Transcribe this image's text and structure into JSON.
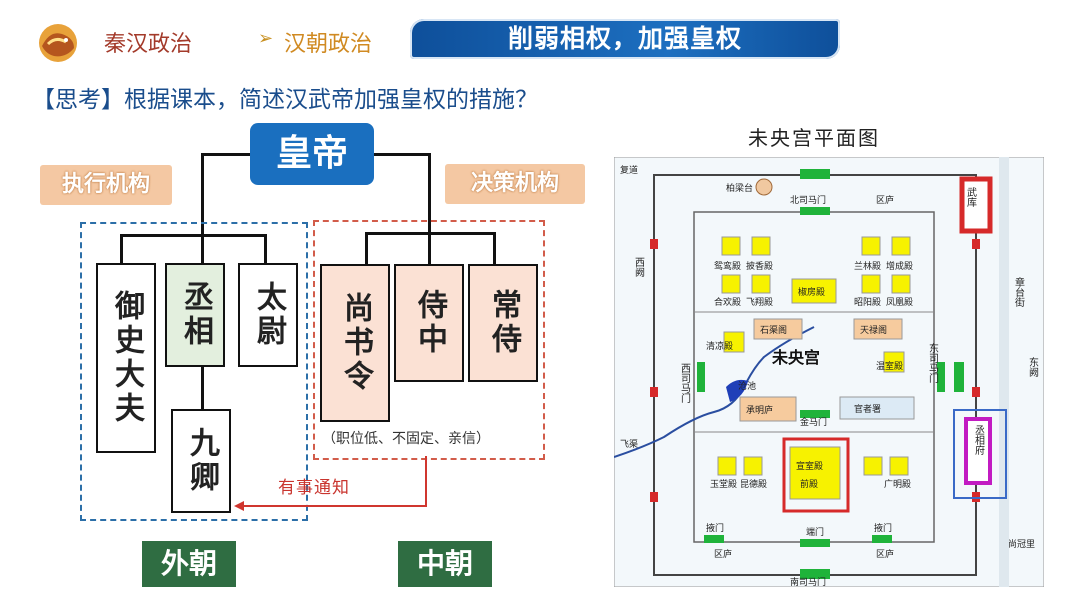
{
  "header": {
    "section": "秦汉政治",
    "arrow": "➢",
    "subsection": "汉朝政治",
    "topic": "削弱相权，加强皇权"
  },
  "question": "【思考】根据课本，简述汉武帝加强皇权的措施？",
  "chart": {
    "emperor": "皇帝",
    "exec_label": "执行机构",
    "decision_label": "决策机构",
    "outer_offices": [
      "御史大夫",
      "丞相",
      "太尉",
      "九卿"
    ],
    "inner_offices": [
      "尚书令",
      "侍中",
      "常侍"
    ],
    "inner_note": "（职位低、不固定、亲信）",
    "notify": "有事通知",
    "outer_court": "外朝",
    "inner_court": "中朝"
  },
  "map": {
    "title": "未央宫平面图",
    "labels": {
      "fudao": "复道",
      "boliangtai": "柏梁台",
      "beisima": "北司马门",
      "qulu": "区庐",
      "wuku": "武库",
      "zhangtai": "章台街",
      "xique": "西阙",
      "dongque": "东阙",
      "dongsima": "东司马门",
      "xisima": "西司马门",
      "weiyang": "未央宫",
      "cangchi": "沧池",
      "chengmingcheng": "承明庐",
      "guanzheshu": "官者署",
      "jinma": "金马门",
      "shiqu": "石渠阁",
      "tianlu": "天禄阁",
      "qingliang": "清凉殿",
      "wenshi": "温室殿",
      "jiaofang": "椒房殿",
      "xuanshi": "宣室殿",
      "qiandian": "前殿",
      "chengxiang": "丞相府",
      "nansima": "南司马门",
      "shangguan": "尚冠里",
      "yetang": "掖门",
      "duanmen": "端门",
      "feiqu": "飞渠",
      "yutang": "玉堂殿",
      "kunde": "昆德殿",
      "guangming": "广明殿",
      "yuanluan": "鸳鸾殿",
      "pixiang": "披香殿",
      "lanlin": "兰林殿",
      "pingcheng": "增成殿",
      "hehuan": "合欢殿",
      "feixiang": "飞翔殿",
      "zhaoyang": "昭阳殿",
      "fenghuang": "凤凰殿"
    }
  },
  "colors": {
    "accent_blue": "#1a6fbf",
    "court_green": "#2f6d42",
    "tag_peach": "#f4c8a3",
    "red_highlight": "#d62a2a"
  }
}
